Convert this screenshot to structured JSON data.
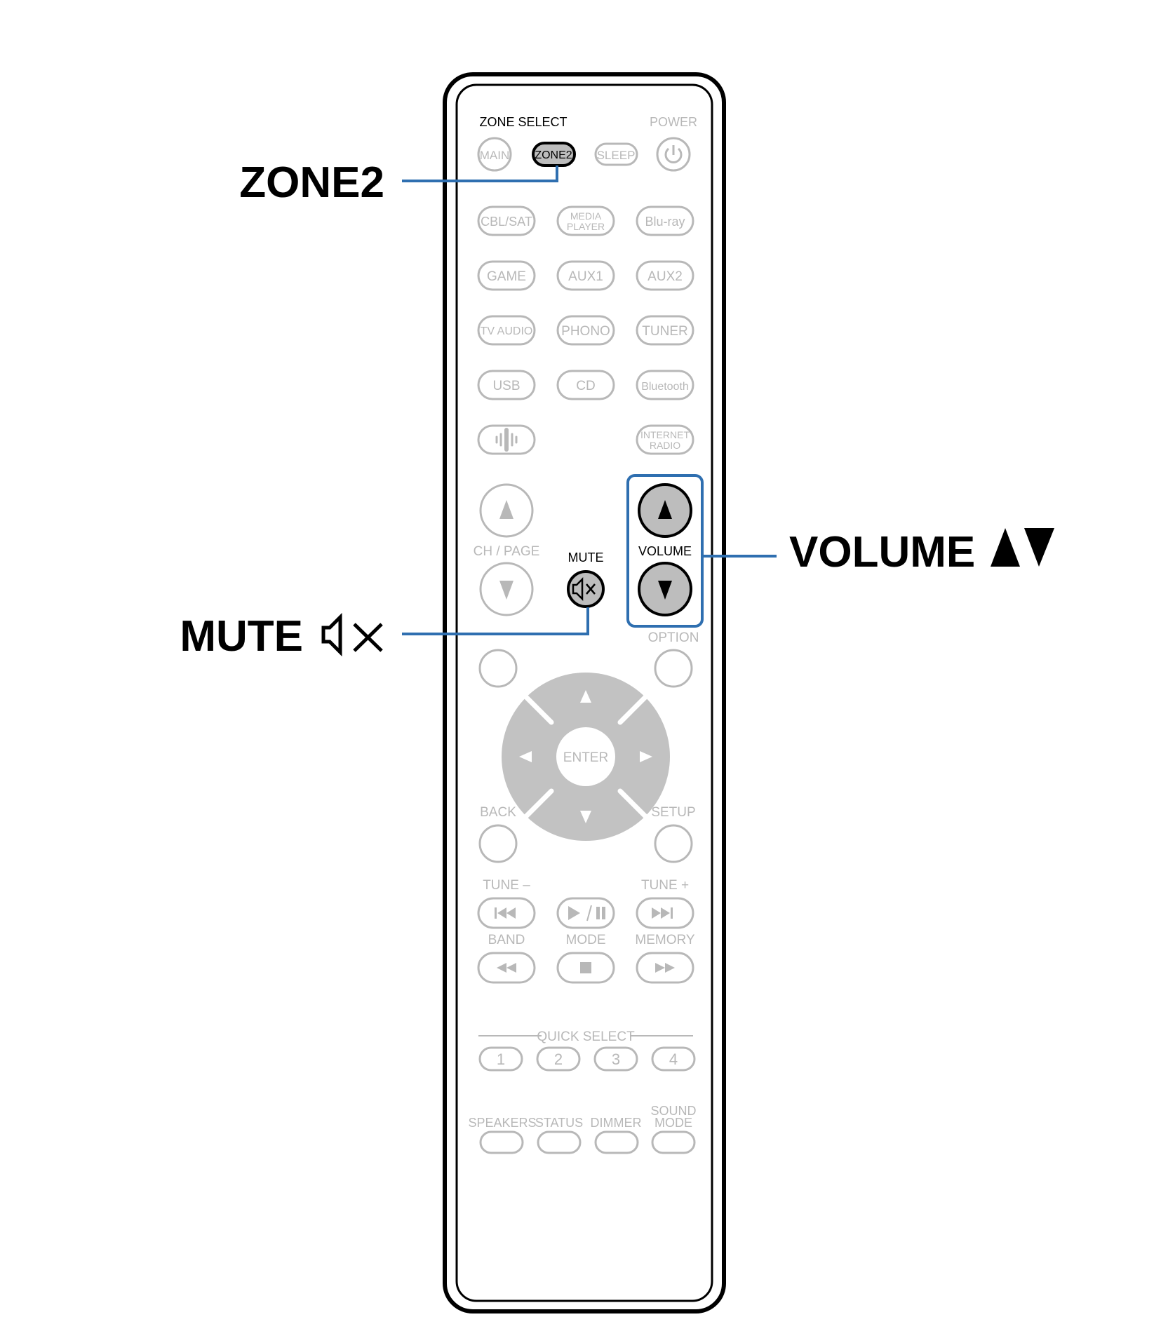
{
  "callouts": {
    "zone2": "ZONE2",
    "mute": "MUTE",
    "volume": "VOLUME"
  },
  "remote": {
    "zone_select": "ZONE SELECT",
    "power": "POWER",
    "main": "MAIN",
    "zone2": "ZONE2",
    "sleep": "SLEEP",
    "sources_row1": [
      "CBL/SAT",
      "MEDIA",
      "PLAYER",
      "Blu-ray"
    ],
    "sources_row2": [
      "GAME",
      "AUX1",
      "AUX2"
    ],
    "sources_row3": [
      "TV AUDIO",
      "PHONO",
      "TUNER"
    ],
    "sources_row4": [
      "USB",
      "CD",
      "Bluetooth"
    ],
    "internet": "INTERNET",
    "radio": "RADIO",
    "ch_page": "CH / PAGE",
    "mute": "MUTE",
    "volume": "VOLUME",
    "option": "OPTION",
    "enter": "ENTER",
    "back": "BACK",
    "setup": "SETUP",
    "tune_minus": "TUNE –",
    "tune_plus": "TUNE +",
    "band": "BAND",
    "mode": "MODE",
    "memory": "MEMORY",
    "quick_select": "QUICK SELECT",
    "quick_numbers": [
      "1",
      "2",
      "3",
      "4"
    ],
    "speakers": "SPEAKERS",
    "status": "STATUS",
    "dimmer": "DIMMER",
    "sound": "SOUND",
    "sound_mode": "MODE"
  },
  "colors": {
    "callout_line": "#2f6fb0",
    "inactive": "#b8b8b8",
    "active_fill": "#bdbdbd",
    "outline": "#000000"
  }
}
